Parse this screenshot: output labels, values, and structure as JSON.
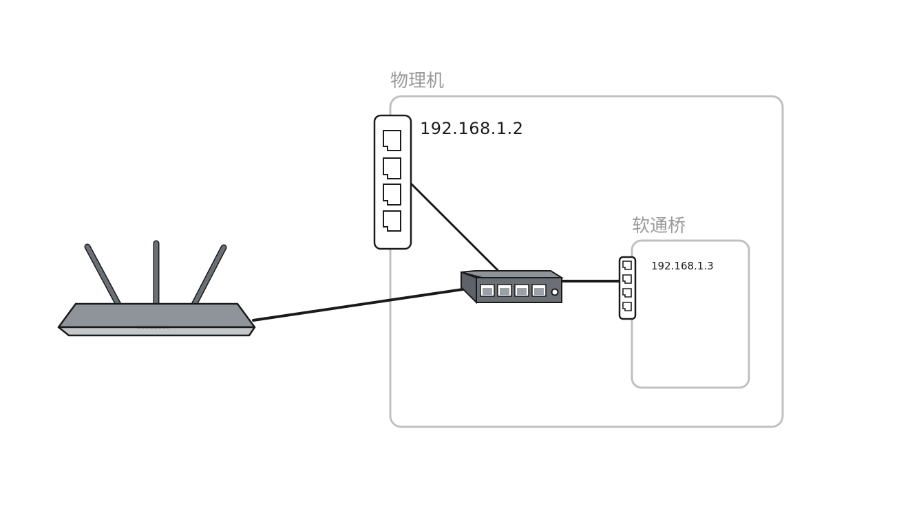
{
  "physical_machine": {
    "label": "物理机",
    "nic_ip": "192.168.1.2"
  },
  "soft_router": {
    "label": "软通桥",
    "nic_ip": "192.168.1.3"
  },
  "icons": {
    "router": "router-icon",
    "switch": "switch-icon",
    "nic_physical": "nic-icon",
    "nic_soft_router": "nic-icon"
  },
  "colors": {
    "box_border": "#c0c0c0",
    "label": "#9a9a9a",
    "device_body": "#8f949a",
    "device_dark": "#5e6369",
    "line": "#1a1a1a"
  }
}
